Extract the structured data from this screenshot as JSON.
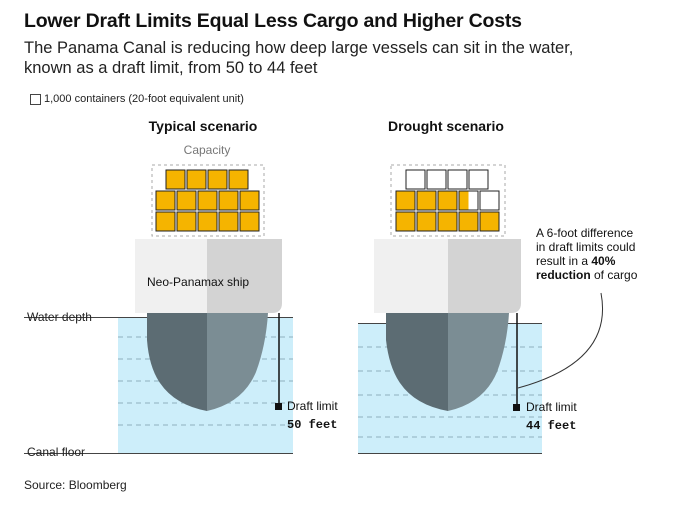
{
  "title": "Lower Draft Limits Equal Less Cargo and Higher Costs",
  "subtitle": "The Panama Canal is reducing how deep large vessels can sit in the water, known as a draft limit, from 50 to 44 feet",
  "legend": {
    "label": "1,000 containers (20-foot equivalent unit)"
  },
  "labels": {
    "water_depth": "Water depth",
    "canal_floor": "Canal floor",
    "capacity": "Capacity",
    "ship": "Neo-Panamax ship"
  },
  "typical": {
    "heading": "Typical scenario",
    "draft_label": "Draft limit",
    "draft_value": "50 feet",
    "draft_feet": 50,
    "filled_containers": 14,
    "total_containers": 14
  },
  "drought": {
    "heading": "Drought scenario",
    "draft_label": "Draft limit",
    "draft_value": "44 feet",
    "draft_feet": 44,
    "filled_containers": 8.5,
    "total_containers": 14
  },
  "annotation": {
    "line1": "A 6-foot difference",
    "line2": "in draft limits could",
    "line3_pre": "result in a ",
    "line3_bold": "40%",
    "line4_bold": "reduction",
    "line4_post": " of cargo"
  },
  "source": "Source: Bloomberg",
  "colors": {
    "container_fill": "#f5b400",
    "water": "#cdeefa",
    "hull_dark": "#5c6c73",
    "hull_light": "#7b8d94",
    "superstructure_light": "#f0f0f0",
    "superstructure_dark": "#d3d3d3"
  }
}
